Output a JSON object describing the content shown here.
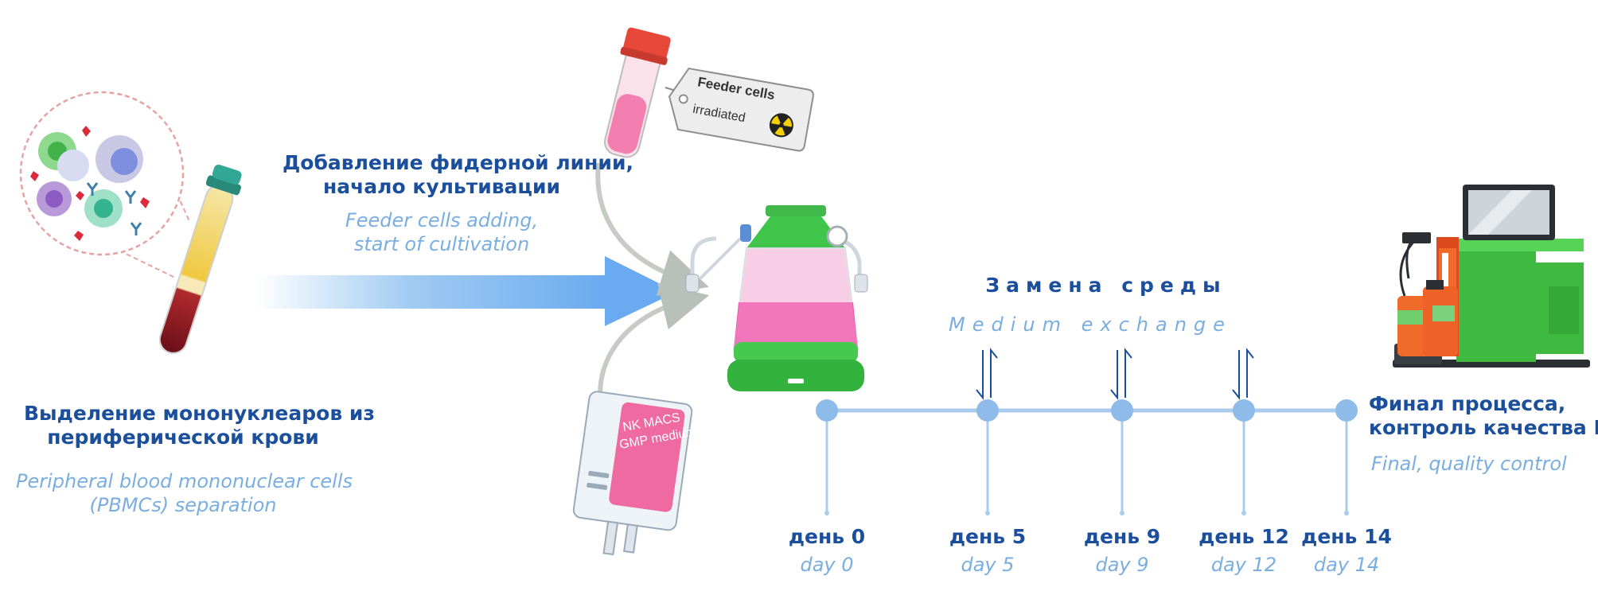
{
  "steps": {
    "pbmc": {
      "ru_line1": "Выделение мононуклеаров из",
      "ru_line2": "периферической крови",
      "en_line1": "Peripheral blood mononuclear cells",
      "en_line2": "(PBMCs) separation"
    },
    "feeder": {
      "ru_line1": "Добавление фидерной линии,",
      "ru_line2": "начало культивации",
      "en_line1": "Feeder cells adding,",
      "en_line2": "start of cultivation"
    },
    "medium": {
      "ru": "Замена среды",
      "en": "Medium exchange"
    },
    "final": {
      "ru_line1": "Финал процесса,",
      "ru_line2": "контроль качества КП",
      "en": "Final, quality control"
    }
  },
  "tube_label": {
    "title": "Feeder cells",
    "subtitle": "irradiated"
  },
  "bag_label": {
    "line1": "NK MACS",
    "line2": "GMP medium"
  },
  "timeline": {
    "days": [
      {
        "ru": "день 0",
        "en": "day 0"
      },
      {
        "ru": "день 5",
        "en": "day 5"
      },
      {
        "ru": "день 9",
        "en": "day 9"
      },
      {
        "ru": "день 12",
        "en": "day 12"
      },
      {
        "ru": "день 14",
        "en": "day 14"
      }
    ]
  },
  "colors": {
    "dark_blue": "#1b4f9c",
    "light_blue": "#7aaee0",
    "timeline": "#a9cbee",
    "dot": "#8fbbea",
    "green": "#3fc54a",
    "pink": "#f05fb0",
    "orange": "#f06a2a"
  }
}
